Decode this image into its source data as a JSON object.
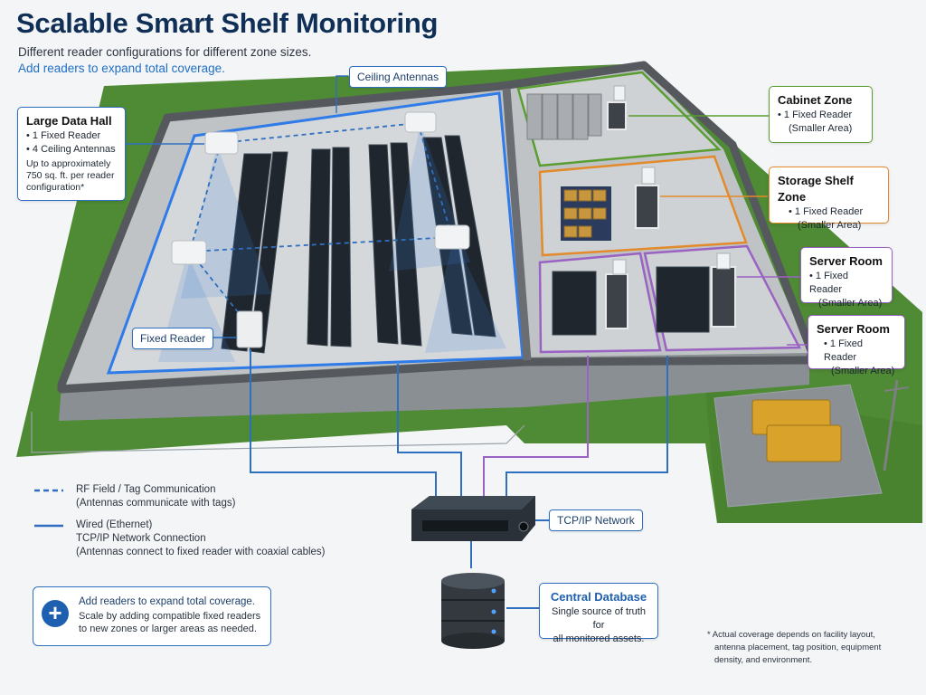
{
  "header": {
    "title": "Scalable Smart Shelf Monitoring",
    "subtitle": "Different reader configurations for different zone sizes.",
    "subtitle_highlight": "Add readers to expand total coverage."
  },
  "callouts": {
    "ceiling_antennas": "Ceiling Antennas",
    "fixed_reader": "Fixed Reader",
    "large_data_hall": {
      "title": "Large Data Hall",
      "lines": [
        "• 1 Fixed Reader",
        "• 4 Ceiling Antennas"
      ],
      "note": [
        "Up to approximately",
        "750 sq. ft. per reader",
        "configuration*"
      ]
    },
    "cabinet_zone": {
      "title": "Cabinet Zone",
      "lines": [
        "• 1 Fixed Reader",
        "(Smaller Area)"
      ]
    },
    "storage_shelf_zone": {
      "title": "Storage Shelf Zone",
      "lines": [
        "• 1 Fixed Reader",
        "(Smaller Area)"
      ]
    },
    "server_room_1": {
      "title": "Server Room",
      "lines": [
        "• 1 Fixed Reader",
        "(Smaller Area)"
      ]
    },
    "server_room_2": {
      "title": "Server Room",
      "lines": [
        "• 1 Fixed Reader",
        "(Smaller Area)"
      ]
    },
    "tcp_ip": "TCP/IP Network",
    "central_database": {
      "title": "Central Database",
      "lines": [
        "Single source of truth for",
        "all monitored assets."
      ]
    }
  },
  "legend": {
    "rf": [
      "RF Field / Tag Communication",
      "(Antennas communicate with tags)"
    ],
    "wired": [
      "Wired (Ethernet)",
      "TCP/IP Network Connection",
      "(Antennas connect to fixed reader with coaxial cables)"
    ]
  },
  "note": {
    "heading": "Add readers to expand total coverage.",
    "lines": [
      "Scale by adding compatible fixed readers",
      "to new zones or larger areas as needed."
    ]
  },
  "footnote": [
    "* Actual coverage depends on facility layout,",
    "antenna placement, tag position, equipment",
    "density, and environment."
  ],
  "colors": {
    "brand_blue": "#2f6fbf",
    "cabinet_green": "#5a9e32",
    "storage_orange": "#e38a2a",
    "server_purple": "#9a62c2",
    "grass": "#4f8a34"
  },
  "icons": [
    "ceiling-antenna-icon",
    "fixed-reader-icon",
    "network-switch-icon",
    "database-icon",
    "generator-icon",
    "utility-pole-icon",
    "plus-icon"
  ]
}
